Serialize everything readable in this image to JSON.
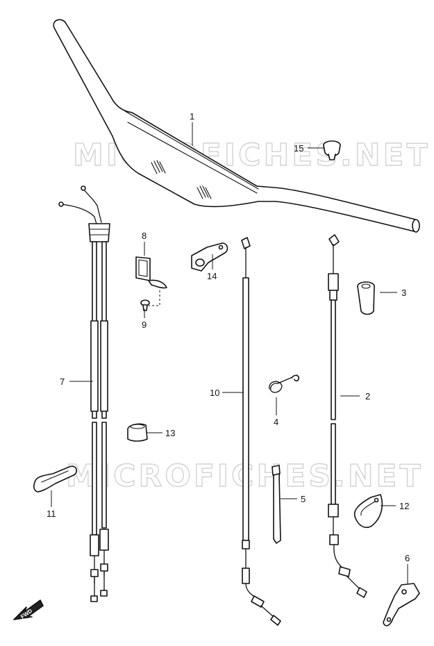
{
  "watermarks": [
    "MICROFICHES.NET",
    "MICROFICHES.NET"
  ],
  "fwd_label": "FWD",
  "callouts": [
    {
      "id": "1",
      "label": "1"
    },
    {
      "id": "2",
      "label": "2"
    },
    {
      "id": "3",
      "label": "3"
    },
    {
      "id": "4",
      "label": "4"
    },
    {
      "id": "5",
      "label": "5"
    },
    {
      "id": "6",
      "label": "6"
    },
    {
      "id": "7",
      "label": "7"
    },
    {
      "id": "8",
      "label": "8"
    },
    {
      "id": "9",
      "label": "9"
    },
    {
      "id": "10",
      "label": "10"
    },
    {
      "id": "11",
      "label": "11"
    },
    {
      "id": "12",
      "label": "12"
    },
    {
      "id": "13",
      "label": "13"
    },
    {
      "id": "14",
      "label": "14"
    },
    {
      "id": "15",
      "label": "15"
    }
  ]
}
